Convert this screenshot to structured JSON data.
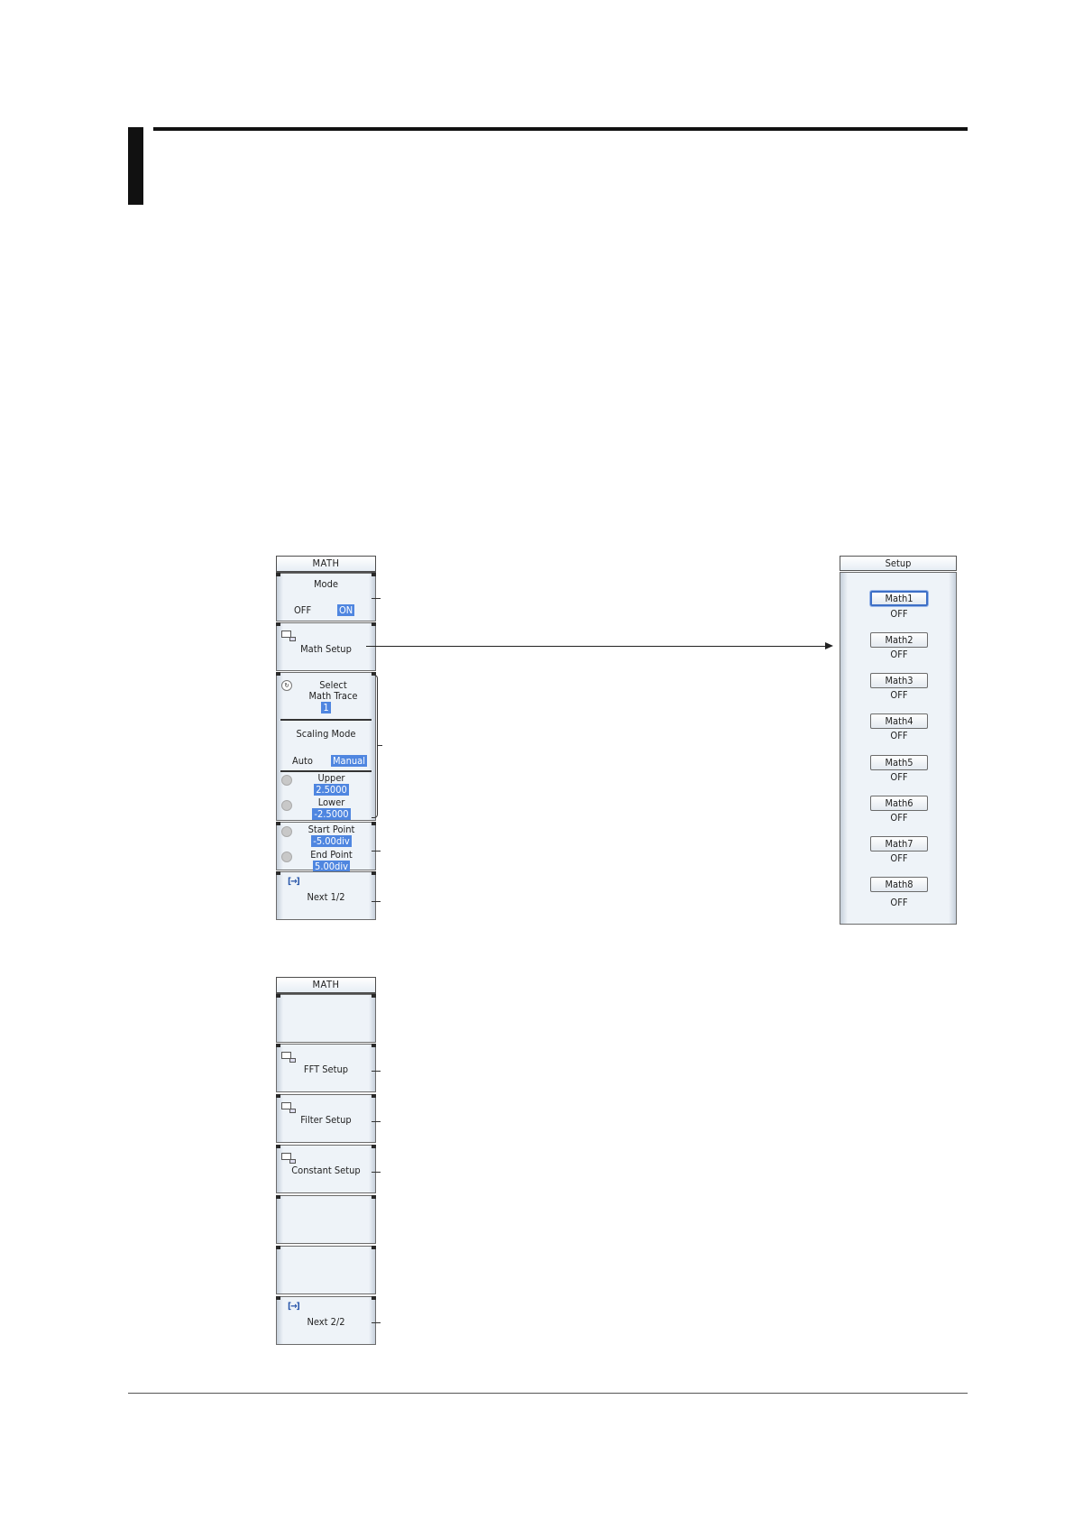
{
  "menu1": {
    "title": "MATH",
    "mode_label": "Mode",
    "mode_off": "OFF",
    "mode_on": "ON",
    "math_setup_label": "Math Setup",
    "select_label": "Select",
    "math_trace_label": "Math Trace",
    "math_trace_value": "1",
    "scaling_mode_label": "Scaling Mode",
    "scaling_auto": "Auto",
    "scaling_manual": "Manual",
    "upper_label": "Upper",
    "upper_value": "2.5000",
    "lower_label": "Lower",
    "lower_value": "-2.5000",
    "start_point_label": "Start Point",
    "start_point_value": "-5.00div",
    "end_point_label": "End Point",
    "end_point_value": "5.00div",
    "next_label": "Next 1/2"
  },
  "setup": {
    "title": "Setup",
    "items": [
      {
        "label": "Math1",
        "value": "OFF"
      },
      {
        "label": "Math2",
        "value": "OFF"
      },
      {
        "label": "Math3",
        "value": "OFF"
      },
      {
        "label": "Math4",
        "value": "OFF"
      },
      {
        "label": "Math5",
        "value": "OFF"
      },
      {
        "label": "Math6",
        "value": "OFF"
      },
      {
        "label": "Math7",
        "value": "OFF"
      },
      {
        "label": "Math8",
        "value": "OFF"
      }
    ]
  },
  "menu2": {
    "title": "MATH",
    "fft_setup_label": "FFT Setup",
    "filter_setup_label": "Filter Setup",
    "constant_setup_label": "Constant Setup",
    "next_label": "Next 2/2"
  },
  "icons": {
    "menu_icon": "submenu-icon",
    "next_icon": "page-next-icon",
    "knob_icon": "jog-knob-icon"
  },
  "colors": {
    "highlight": "#4f86e0",
    "selected_border": "#3d6fc6"
  }
}
